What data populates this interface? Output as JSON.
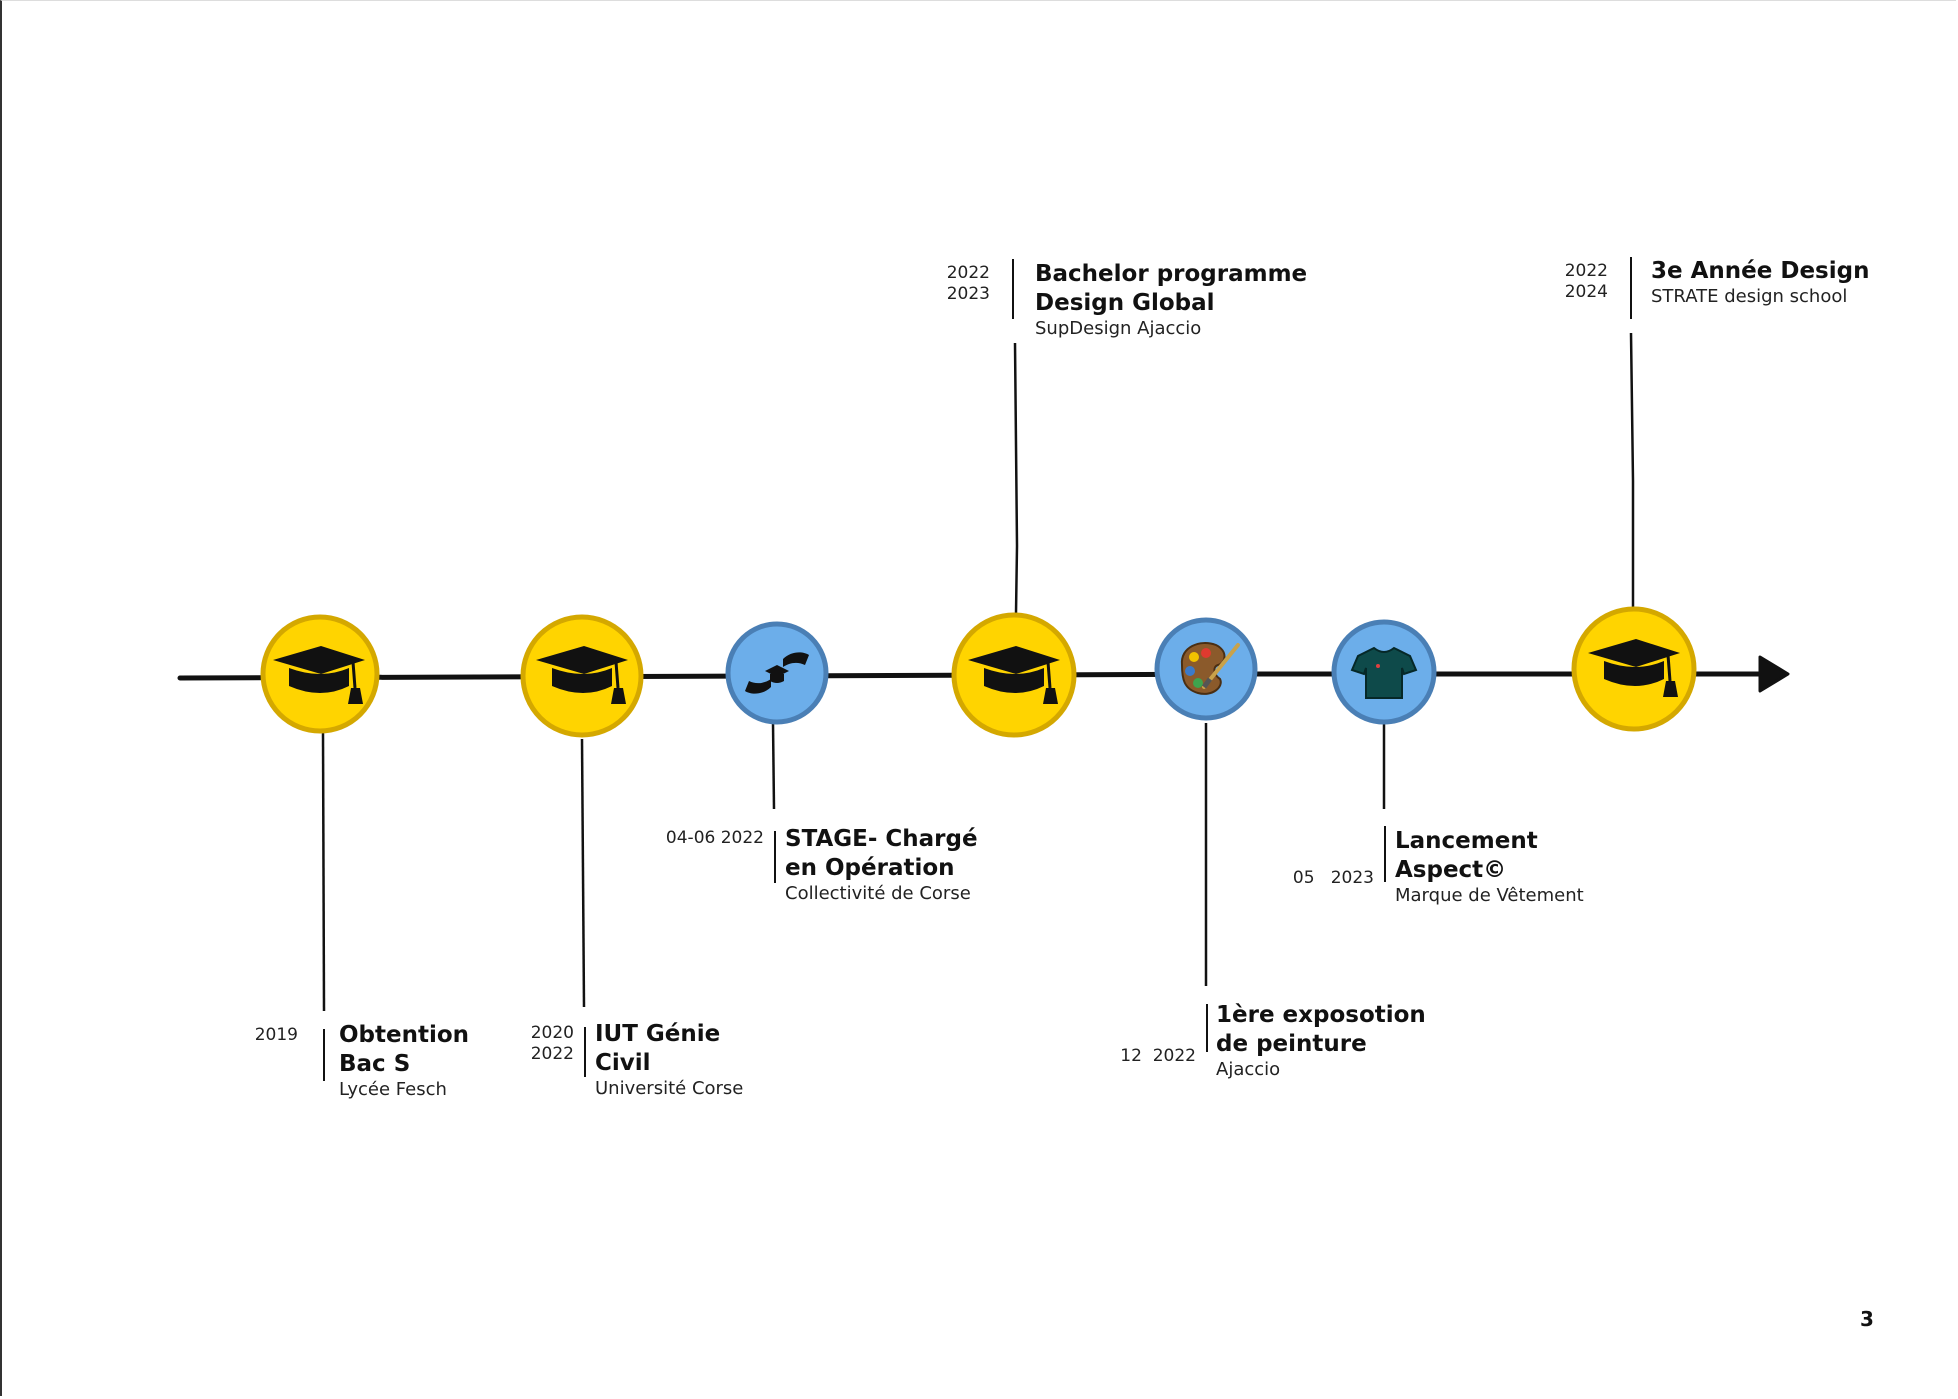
{
  "colors": {
    "education": "#FFD400",
    "education_border": "#D4A800",
    "other": "#6CAEEA",
    "other_border": "#4A7FB5",
    "line": "#111111"
  },
  "events": [
    {
      "id": "bac",
      "category": "education",
      "icon": "graduation-cap-icon",
      "dates": [
        "2019"
      ],
      "title": "Obtention\nBac S",
      "subtitle": "Lycée Fesch"
    },
    {
      "id": "iut",
      "category": "education",
      "icon": "graduation-cap-icon",
      "dates": [
        "2020",
        "2022"
      ],
      "title": "IUT Génie\nCivil",
      "subtitle": "Université Corse"
    },
    {
      "id": "stage",
      "category": "other",
      "icon": "handshake-cap-icon",
      "dates": [
        "04-06 2022"
      ],
      "title": "STAGE- Chargé\nen Opération",
      "subtitle": "Collectivité de Corse"
    },
    {
      "id": "bachelor",
      "category": "education",
      "icon": "graduation-cap-icon",
      "dates": [
        "2022",
        "2023"
      ],
      "title": "Bachelor programme\nDesign Global",
      "subtitle": "SupDesign Ajaccio"
    },
    {
      "id": "expo",
      "category": "other",
      "icon": "paint-palette-icon",
      "dates": [
        "12  2022"
      ],
      "title": "1ère exposotion\nde peinture",
      "subtitle": "Ajaccio"
    },
    {
      "id": "aspect",
      "category": "other",
      "icon": "t-shirt-icon",
      "dates": [
        "05   2023"
      ],
      "title": "Lancement\nAspect©",
      "subtitle": "Marque de Vêtement"
    },
    {
      "id": "strate",
      "category": "education",
      "icon": "graduation-cap-icon",
      "dates": [
        "2022",
        "2024"
      ],
      "title": "3e Année Design",
      "subtitle": "STRATE design school"
    }
  ],
  "page_number": "3"
}
